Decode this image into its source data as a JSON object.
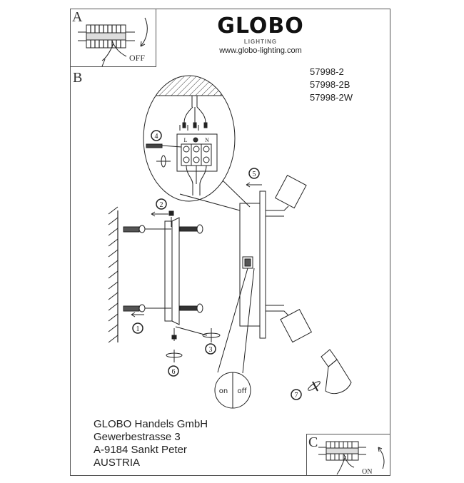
{
  "panels": {
    "a": "A",
    "b": "B",
    "c": "C"
  },
  "panel_a_text": "OFF",
  "panel_c_text": "ON",
  "logo": {
    "brand": "GLOBO",
    "subtitle": "LIGHTING",
    "url": "www.globo-lighting.com"
  },
  "models": [
    "57998-2",
    "57998-2B",
    "57998-2W"
  ],
  "terminals": [
    "L",
    "N"
  ],
  "switch": {
    "on": "on",
    "off": "off"
  },
  "steps": [
    "1",
    "2",
    "3",
    "4",
    "5",
    "6",
    "7"
  ],
  "address": [
    "GLOBO Handels GmbH",
    "Gewerbestrasse 3",
    "A-9184 Sankt Peter",
    "AUSTRIA"
  ]
}
